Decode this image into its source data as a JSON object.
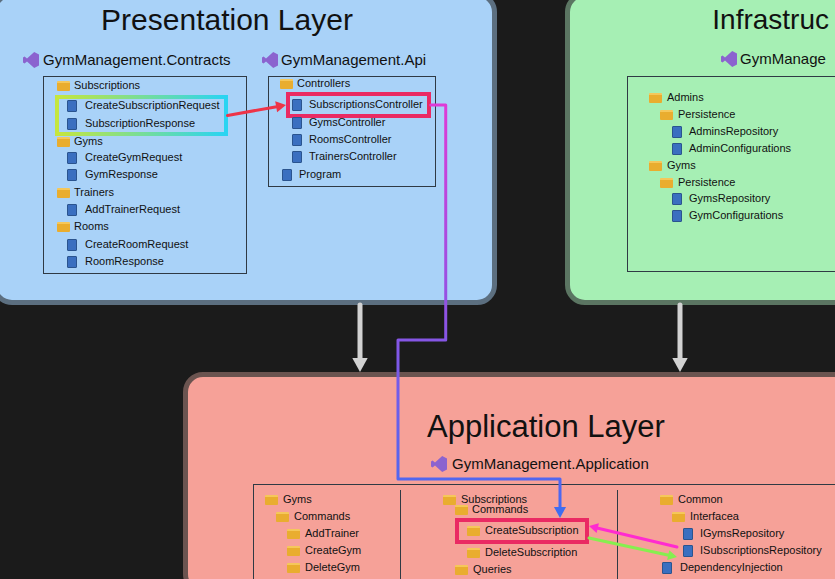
{
  "diagram": {
    "nodes": [
      {
        "text": [
          "Presentation Layer"
        ]
      },
      {
        "text": [
          "GymManagement.Contracts",
          "Subscriptions",
          "Gyms",
          "CreateGymRequest",
          "GymResponse",
          "Trainers",
          "AddTrainerRequest",
          "Rooms",
          "CreateRoomRequest",
          "RoomResponse"
        ],
        "in": 0
      },
      {
        "text": [
          "CreateSubscriptionRequest",
          "SubscriptionResponse"
        ],
        "in": 1
      },
      {
        "text": [
          "GymManagement.Api",
          "Controllers",
          "GymsController",
          "RoomsController",
          "TrainersController",
          "Program"
        ],
        "in": 0
      },
      {
        "text": [
          "SubscriptionsController"
        ],
        "in": 3
      },
      {
        "text": [
          "Infrastruc"
        ]
      },
      {
        "text": [
          "GymManage",
          "Admins",
          "Persistence",
          "AdminsRepository",
          "AdminConfigurations",
          "Gyms",
          "Persistence",
          "GymsRepository",
          "GymConfigurations"
        ],
        "in": 5
      },
      {
        "text": [
          "Application Layer"
        ]
      },
      {
        "text": [
          "GymManagement.Application",
          "Gyms",
          "Commands",
          "AddTrainer",
          "CreateGym",
          "DeleteGym",
          "Subscriptions",
          "Commands",
          "DeleteSubscription",
          "Queries",
          "Common",
          "Interfacea",
          "IGymsRepository",
          "DependencyInjection"
        ],
        "in": 7
      },
      {
        "text": [
          "CreateSubscription"
        ],
        "in": 8
      },
      {
        "text": [
          "ISubscriptionsRepository"
        ],
        "in": 8
      }
    ],
    "edges": [
      {
        "from": 2,
        "to": 4,
        "arrow": "to"
      },
      {
        "from": 4,
        "to": 9,
        "arrow": "to"
      },
      {
        "from": 10,
        "to": 9,
        "arrow": "to"
      },
      {
        "from": 9,
        "to": 10,
        "arrow": "to"
      },
      {
        "from": 0,
        "to": 7,
        "arrow": "to"
      },
      {
        "from": 5,
        "to": 7,
        "arrow": "to"
      }
    ]
  }
}
